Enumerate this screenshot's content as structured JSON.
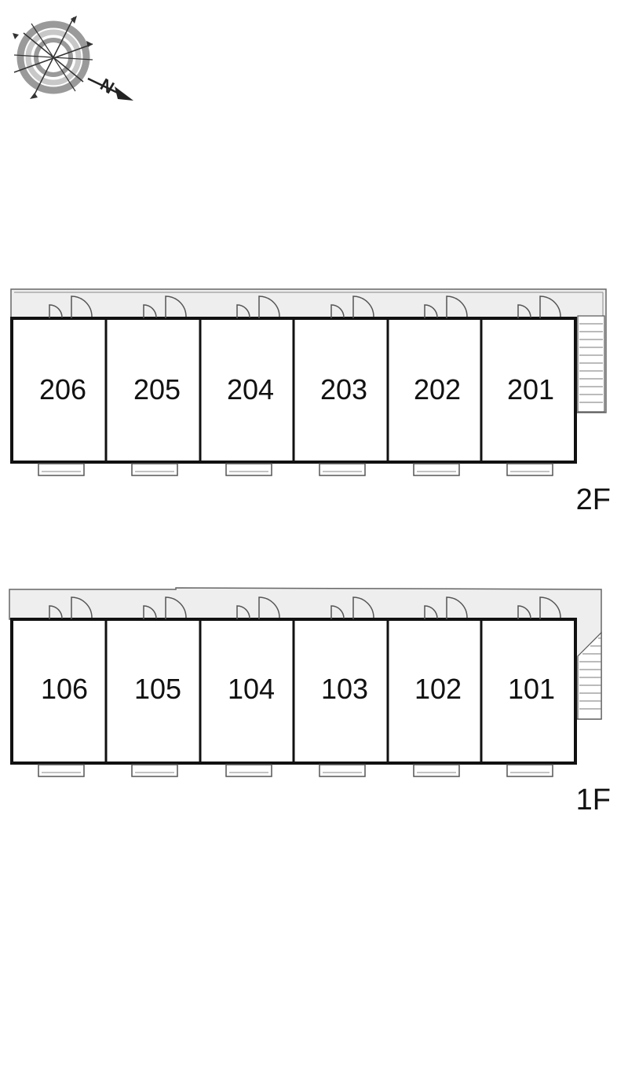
{
  "compass": {
    "icon": "compass-rose-icon",
    "north_label": "N"
  },
  "floors": [
    {
      "id": "2F",
      "label": "2F",
      "units": [
        "206",
        "205",
        "204",
        "203",
        "202",
        "201"
      ]
    },
    {
      "id": "1F",
      "label": "1F",
      "units": [
        "106",
        "105",
        "104",
        "103",
        "102",
        "101"
      ]
    }
  ],
  "colors": {
    "walkway": "#eeeeee",
    "wall": "#111111",
    "line": "#555555"
  }
}
